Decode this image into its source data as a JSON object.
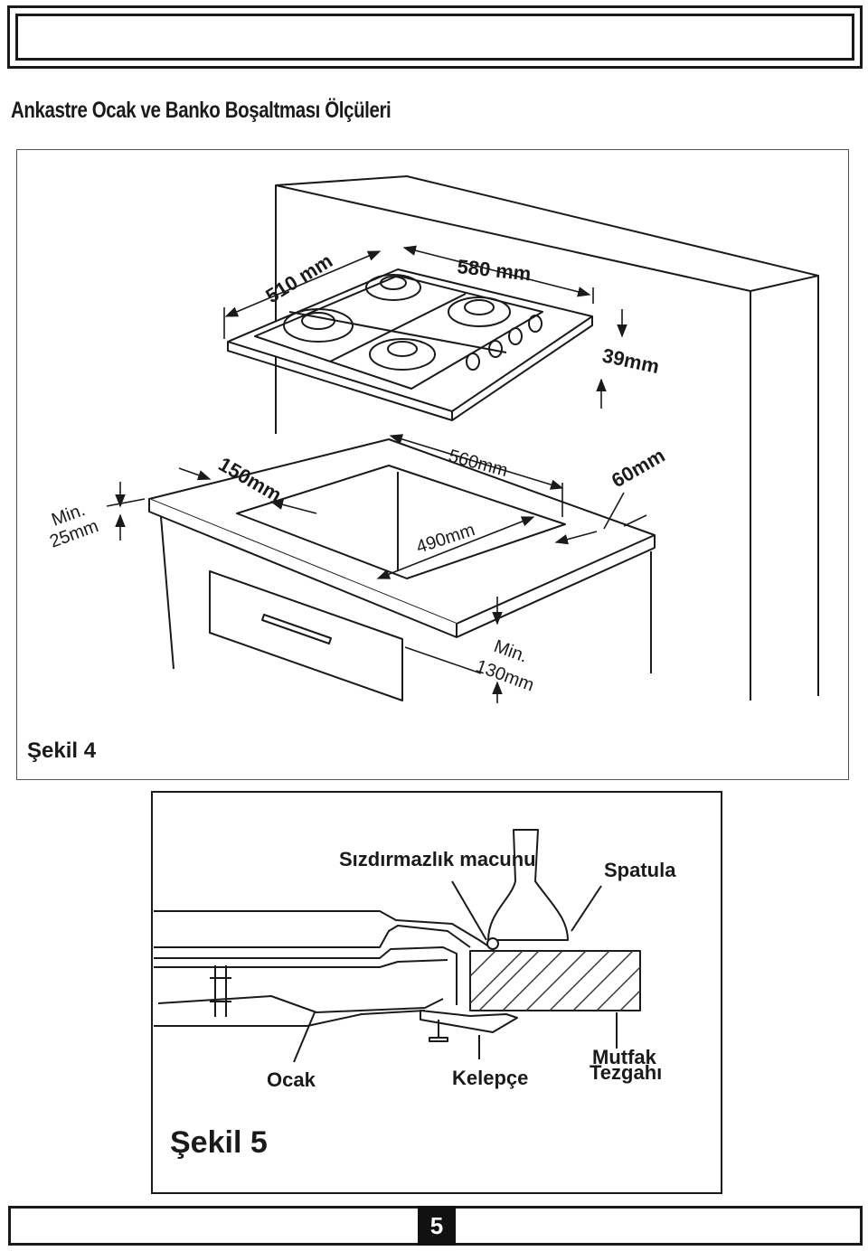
{
  "page": {
    "heading": "Ankastre Ocak ve Banko Boşaltması Ölçüleri",
    "page_number": "5"
  },
  "figure4": {
    "caption": "Şekil 4",
    "dims": {
      "hob_depth": "510 mm",
      "hob_width": "580 mm",
      "hob_height": "39mm",
      "cut_front": "150mm",
      "cut_width": "560mm",
      "cut_depth": "490mm",
      "cut_side": "60mm",
      "min_label_1": "Min.",
      "min_value_1": "25mm",
      "min_label_2": "Min.",
      "min_value_2": "130mm"
    }
  },
  "figure5": {
    "caption": "Şekil 5",
    "labels": {
      "sealant": "Sızdırmazlık macunu",
      "spatula": "Spatula",
      "hob": "Ocak",
      "clamp": "Kelepçe",
      "counter_line1": "Mutfak",
      "counter_line2": "Tezgahı"
    }
  },
  "colors": {
    "ink": "#1a1a1a",
    "paper": "#ffffff",
    "hatch": "#333333"
  }
}
